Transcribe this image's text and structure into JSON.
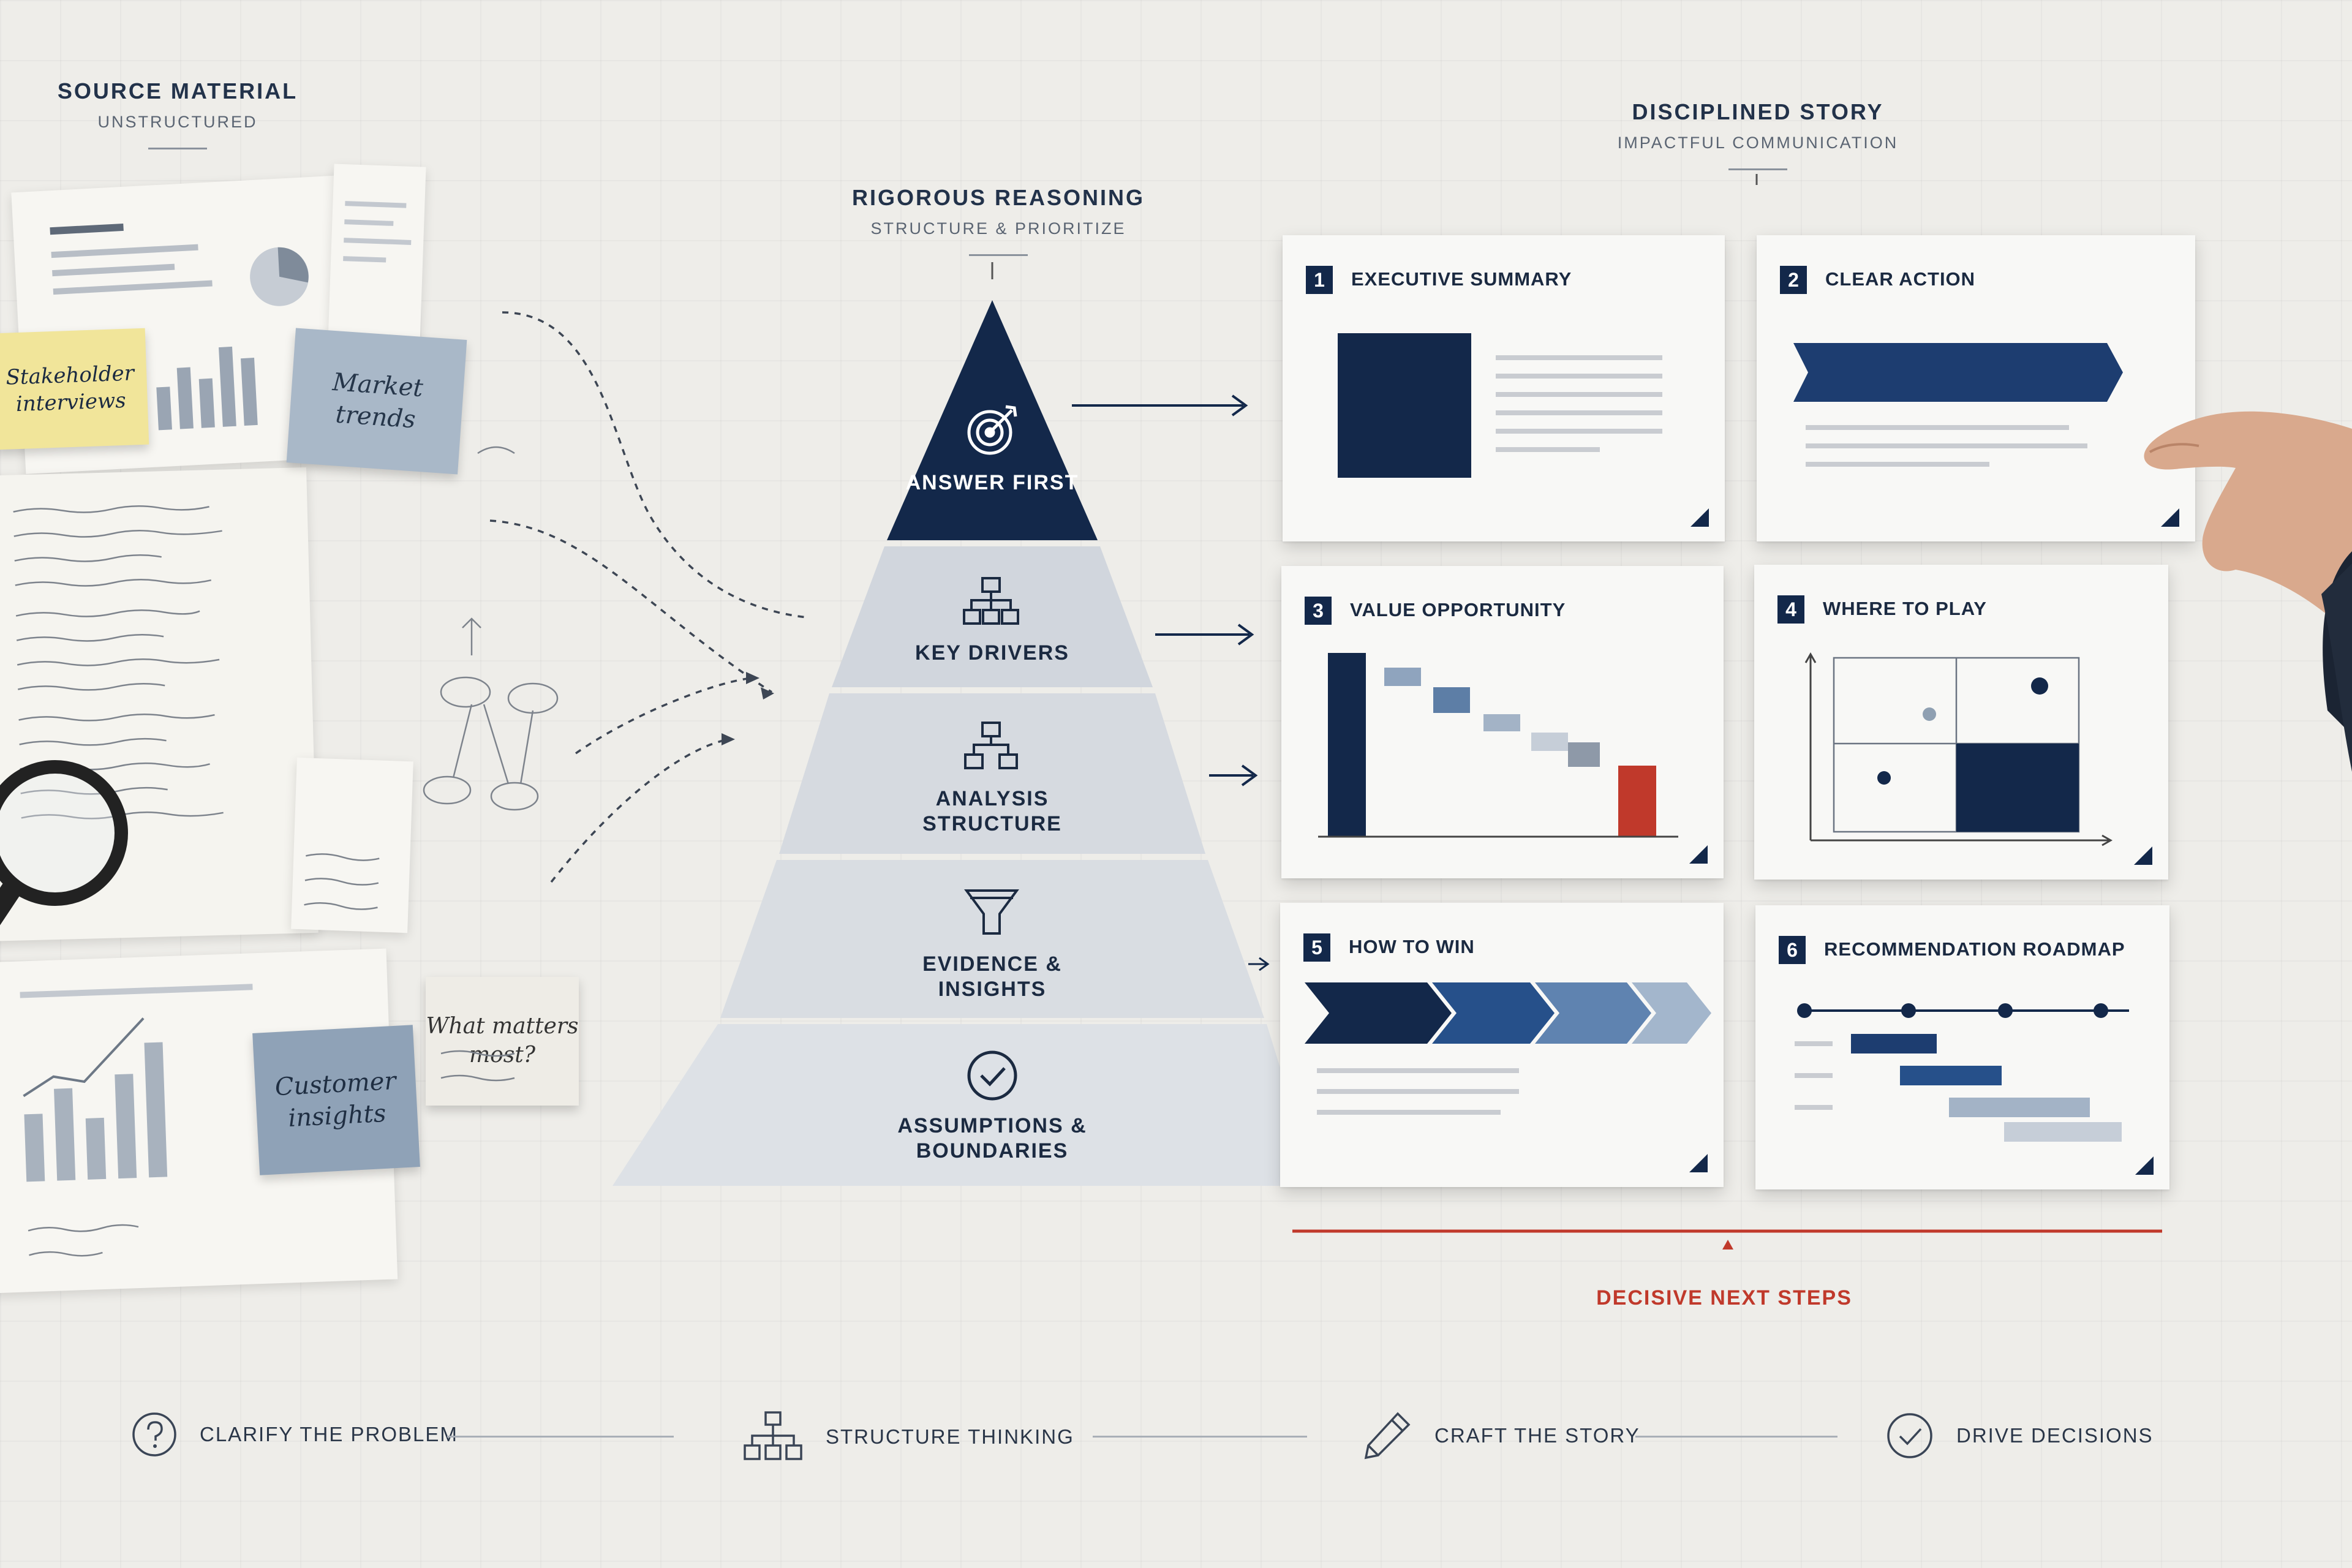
{
  "headings": {
    "source": {
      "title": "SOURCE MATERIAL",
      "subtitle": "UNSTRUCTURED"
    },
    "reasoning": {
      "title": "RIGOROUS REASONING",
      "subtitle": "STRUCTURE & PRIORITIZE"
    },
    "story": {
      "title": "DISCIPLINED STORY",
      "subtitle": "IMPACTFUL COMMUNICATION"
    }
  },
  "source_notes": {
    "stakeholder": "Stakeholder interviews",
    "market": "Market trends",
    "question": "What matters most?",
    "customer": "Customer insights"
  },
  "pyramid": [
    {
      "label": "ANSWER FIRST",
      "icon": "target-icon"
    },
    {
      "label": "KEY DRIVERS",
      "icon": "hierarchy-icon"
    },
    {
      "label": "ANALYSIS STRUCTURE",
      "icon": "hierarchy-icon"
    },
    {
      "label": "EVIDENCE & INSIGHTS",
      "icon": "funnel-icon"
    },
    {
      "label": "ASSUMPTIONS & BOUNDARIES",
      "icon": "check-circle-icon"
    }
  ],
  "cards": [
    {
      "num": "1",
      "title": "EXECUTIVE SUMMARY"
    },
    {
      "num": "2",
      "title": "CLEAR ACTION"
    },
    {
      "num": "3",
      "title": "VALUE OPPORTUNITY"
    },
    {
      "num": "4",
      "title": "WHERE TO PLAY"
    },
    {
      "num": "5",
      "title": "HOW TO WIN"
    },
    {
      "num": "6",
      "title": "RECOMMENDATION ROADMAP"
    }
  ],
  "next_steps": "DECISIVE NEXT STEPS",
  "process": [
    {
      "label": "CLARIFY THE PROBLEM",
      "icon": "question-circle-icon"
    },
    {
      "label": "STRUCTURE THINKING",
      "icon": "hierarchy-icon"
    },
    {
      "label": "CRAFT THE STORY",
      "icon": "pencil-icon"
    },
    {
      "label": "DRIVE DECISIONS",
      "icon": "check-circle-icon"
    }
  ],
  "colors": {
    "navy": "#13284a",
    "accent_red": "#c0392b",
    "pyramid_light": "#d3d8df",
    "pyramid_base": "#dfe3e8"
  }
}
